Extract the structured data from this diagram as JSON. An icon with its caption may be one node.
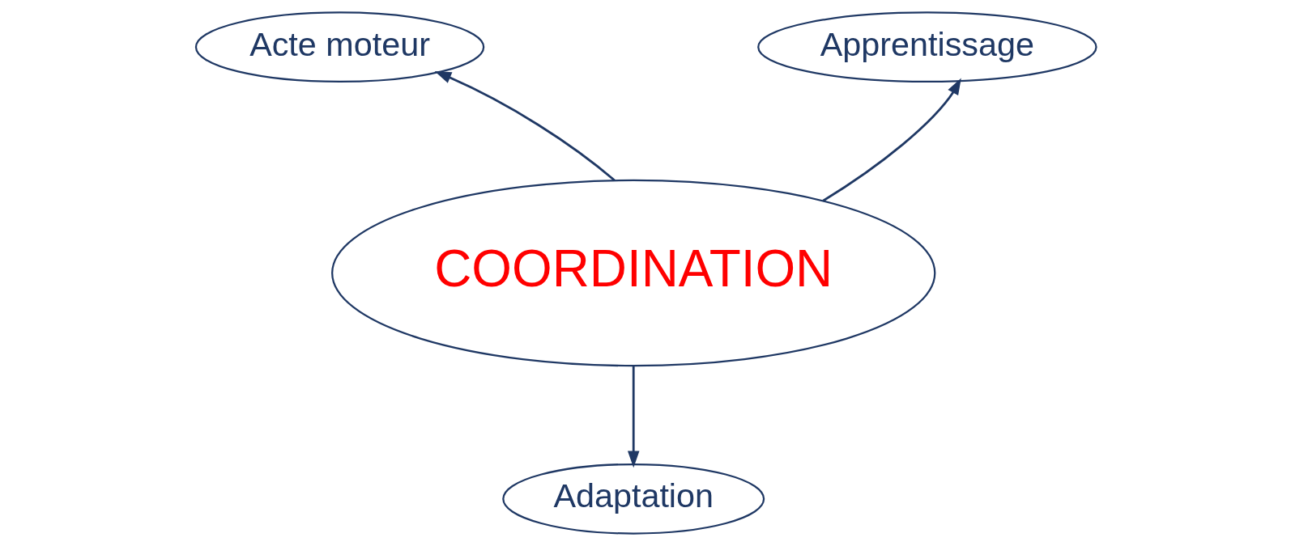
{
  "diagram": {
    "nodes": [
      {
        "text": [
          "Acte moteur"
        ]
      },
      {
        "text": [
          "Apprentissage"
        ]
      },
      {
        "text": [
          "COORDINATION"
        ]
      },
      {
        "text": [
          "Adaptation"
        ]
      }
    ],
    "edges": [
      {
        "from": 2,
        "to": 0,
        "arrow": "to"
      },
      {
        "from": 2,
        "to": 1,
        "arrow": "to"
      },
      {
        "from": 2,
        "to": 3,
        "arrow": "to"
      }
    ]
  }
}
